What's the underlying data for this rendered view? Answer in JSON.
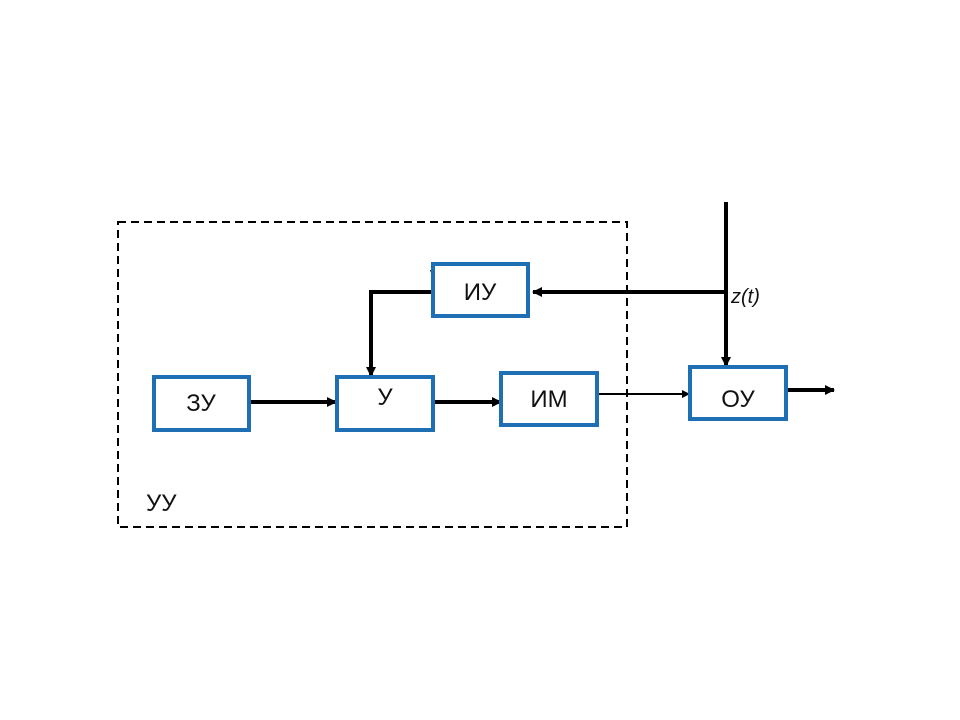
{
  "diagram": {
    "group": {
      "label": "УУ"
    },
    "blocks": {
      "zu": {
        "label": "ЗУ"
      },
      "u": {
        "label": "У"
      },
      "im": {
        "label": "ИМ"
      },
      "iu": {
        "label": "ИУ"
      },
      "ou": {
        "label": "ОУ"
      }
    },
    "signal": {
      "label": "z(t)"
    },
    "colors": {
      "block_border": "#1f6fb5",
      "line": "#000000",
      "text": "#111111"
    }
  }
}
